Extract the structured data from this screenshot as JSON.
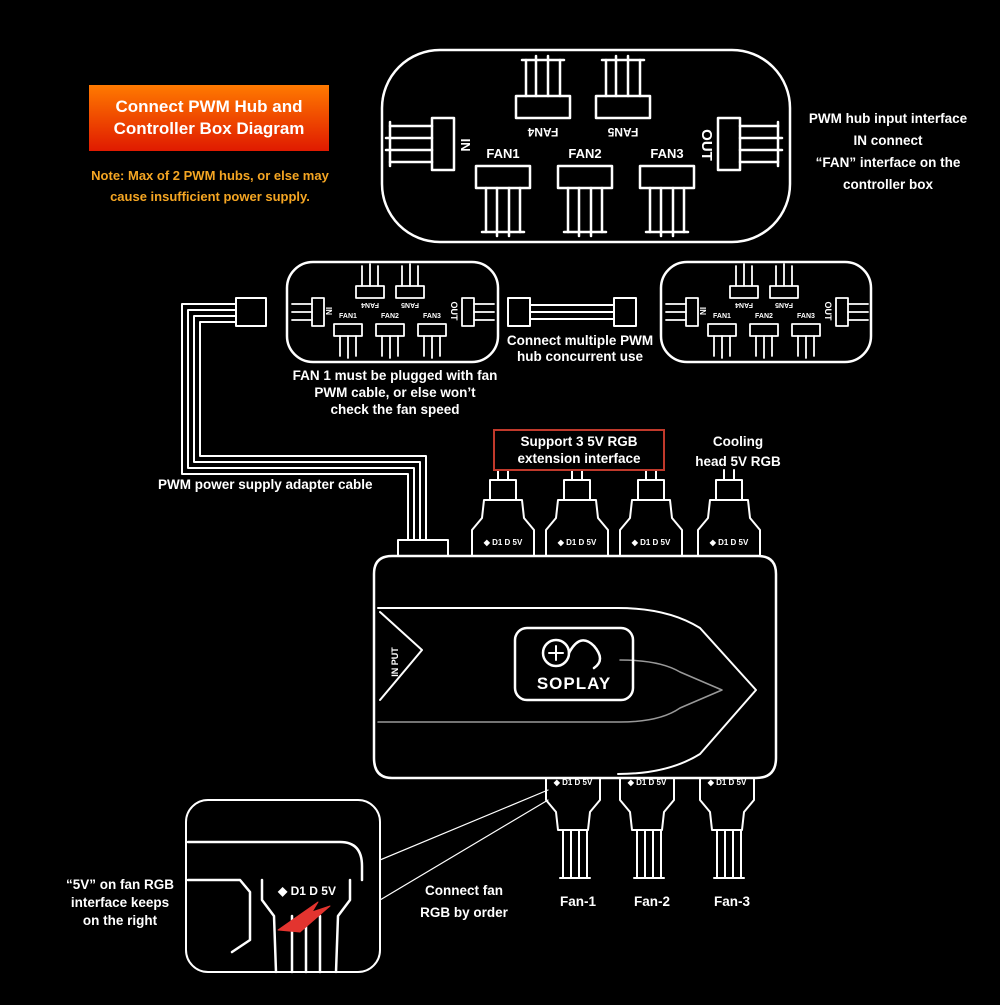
{
  "title": "Connect PWM Hub and\nController Box Diagram",
  "note": "Note: Max of 2 PWM hubs, or else may\ncause insufficient power supply.",
  "labels": {
    "hub_input": "PWM hub input interface\nIN connect\n“FAN”  interface on the\ncontroller box",
    "connect_multiple": "Connect multiple PWM\nhub concurrent use",
    "fan1_note": "FAN 1 must be plugged with fan\nPWM cable, or else won’t\ncheck the fan speed",
    "support_rgb": "Support 3 5V RGB\nextension interface",
    "cooling_head": "Cooling\nhead 5V RGB",
    "pwm_cable": "PWM power supply adapter cable",
    "five_v_note": "“5V”  on fan RGB\ninterface keeps\non the right",
    "connect_fan_rgb": "Connect fan\nRGB by order",
    "fan_out_1": "Fan-1",
    "fan_out_2": "Fan-2",
    "fan_out_3": "Fan-3"
  },
  "hub_large": {
    "in": "IN",
    "out": "OUT",
    "fan1": "FAN1",
    "fan2": "FAN2",
    "fan3": "FAN3",
    "fan4": "FAN4",
    "fan5": "FAN5"
  },
  "hub_small": {
    "in": "IN",
    "out": "OUT",
    "fan1": "FAN1",
    "fan2": "FAN2",
    "fan3": "FAN3",
    "fan4": "FAN4",
    "fan5": "FAN5"
  },
  "controller": {
    "brand": "SOPLAY",
    "input": "IN PUT",
    "pin_labels": "◆ D1 D 5V"
  },
  "colors": {
    "accent": "#f5a623",
    "badge_top": "#ff7a00",
    "badge_bottom": "#e01a00",
    "highlight_box": "#c0392b"
  }
}
